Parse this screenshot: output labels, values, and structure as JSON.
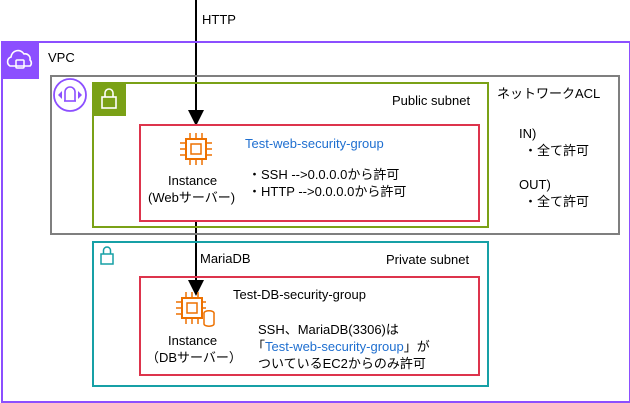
{
  "flow": {
    "http_label": "HTTP",
    "mariadb_label": "MariaDB"
  },
  "vpc": {
    "label": "VPC",
    "icon": "vpc-cloud-icon",
    "color": "#8c4fff"
  },
  "acl": {
    "label": "ネットワークACL",
    "icon": "network-acl-icon",
    "in_title": "IN)",
    "in_rule": "・全て許可",
    "out_title": "OUT)",
    "out_rule": "・全て許可"
  },
  "public_subnet": {
    "label": "Public subnet",
    "icon": "lock-icon",
    "color": "#7aa116",
    "security_group": {
      "name": "Test-web-security-group",
      "rule_ssh": "・SSH -->0.0.0.0から許可",
      "rule_http": "・HTTP -->0.0.0.0から許可"
    },
    "instance": {
      "icon": "ec2-chip-icon",
      "line1": "Instance",
      "line2": "(Webサーバー)"
    }
  },
  "private_subnet": {
    "label": "Private subnet",
    "icon": "lock-icon",
    "color": "#16a0a6",
    "security_group": {
      "name": "Test-DB-security-group",
      "rule_line1": "SSH、MariaDB(3306)は",
      "rule_line2_open": "「",
      "rule_line2_ref": "Test-web-security-group",
      "rule_line2_close": "」が",
      "rule_line3": "ついているEC2からのみ許可"
    },
    "instance": {
      "icon": "ec2-db-chip-icon",
      "line1": "Instance",
      "line2": "（DBサーバー）"
    }
  },
  "colors": {
    "security_group_border": "#dd344c",
    "ec2_orange": "#ed7100",
    "acl_border": "#7f7f7f"
  }
}
